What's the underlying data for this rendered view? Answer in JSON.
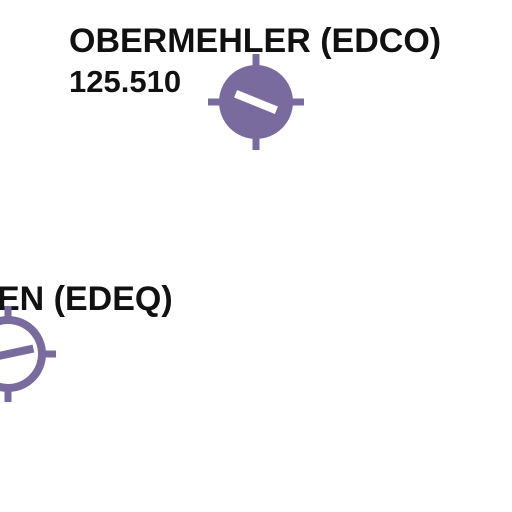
{
  "airfields": [
    {
      "name": "OBERMEHLER (EDCO)",
      "frequency": "125.510",
      "symbol_icon": "airfield-symbol-icon",
      "color": "#7a6b9f"
    },
    {
      "name": "EN (EDEQ)",
      "symbol_icon": "airfield-symbol-icon",
      "color": "#7a6b9f"
    }
  ],
  "colors": {
    "symbol": "#7a6b9f",
    "runway_bar": "#ffffff",
    "text": "#111111",
    "background": "#ffffff"
  }
}
